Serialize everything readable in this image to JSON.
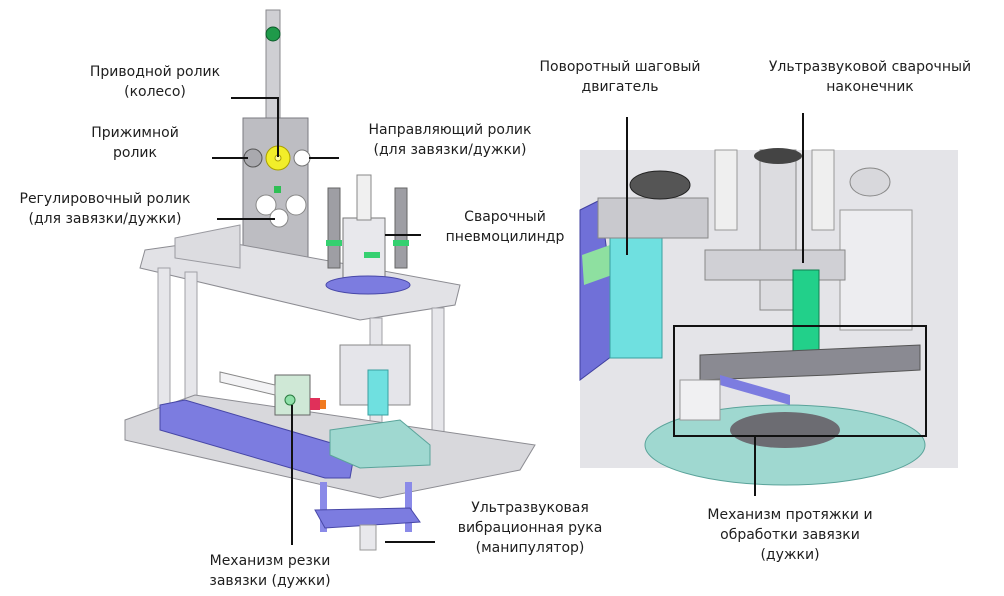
{
  "diagram": {
    "left_view": {
      "labels": {
        "drive_roller": [
          "Приводной ролик",
          "(колесо)"
        ],
        "pressure_roller": [
          "Прижимной",
          "ролик"
        ],
        "adjusting_roller": [
          "Регулировочный ролик",
          "(для завязки/дужки)"
        ],
        "guide_roller": [
          "Направляющий ролик",
          "(для завязки/дужки)"
        ],
        "welding_cylinder": [
          "Сварочный",
          "пневмоцилиндр"
        ],
        "cutting_mechanism": [
          "Механизм резки",
          "завязки (дужки)"
        ],
        "ultrasonic_arm": [
          "Ультразвуковая",
          "вибрационная рука",
          "(манипулятор)"
        ]
      }
    },
    "right_view": {
      "labels": {
        "stepper_motor": [
          "Поворотный шаговый",
          "двигатель"
        ],
        "ultrasonic_tip": [
          "Ультразвуковой сварочный",
          "наконечник"
        ],
        "feed_mechanism": [
          "Механизм протяжки и",
          "обработки завязки",
          "(дужки)"
        ]
      }
    },
    "colors": {
      "frame_gray": "#c8c8cc",
      "plate_light": "#e4e4e8",
      "blue_part": "#7c7ce0",
      "cyan_motor": "#6fe0e0",
      "green_tip": "#22d08a",
      "yellow_roller": "#f2ee2a",
      "teal_base": "#9fd8d0",
      "green_ring": "#35d070"
    }
  }
}
